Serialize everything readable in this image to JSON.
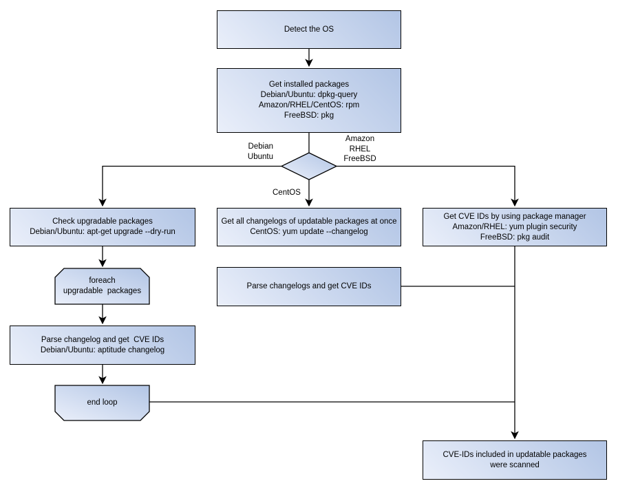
{
  "colors": {
    "fill-light": "#eaeffa",
    "fill-dark": "#b2c5e5",
    "stroke": "#000000",
    "bg": "#ffffff",
    "text": "#000000"
  },
  "nodes": {
    "detect_os": "Detect the OS",
    "get_installed_packages": "Get installed packages\nDebian/Ubuntu: dpkg-query\nAmazon/RHEL/CentOS: rpm\nFreeBSD: pkg",
    "check_upgradable_packages": "Check upgradable packages\nDebian/Ubuntu: apt-get upgrade --dry-run",
    "foreach_loop_begin": "foreach\nupgradable  packages",
    "parse_changelog_left": "Parse changelog and get  CVE IDs\nDebian/Ubuntu: aptitude changelog",
    "end_loop": "end loop",
    "get_all_changelogs": "Get all changelogs of updatable packages at once\nCentOS: yum update --changelog",
    "parse_changelogs_mid": "Parse changelogs and get CVE IDs",
    "get_cve_ids_pkg_manager": "Get CVE IDs by using package manager\nAmazon/RHEL: yum plugin security\nFreeBSD: pkg audit",
    "result": "CVE-IDs included in updatable packages\nwere scanned"
  },
  "edge_labels": {
    "branch_left": "Debian\nUbuntu",
    "branch_right": "Amazon\nRHEL\nFreeBSD",
    "branch_down": "CentOS"
  }
}
